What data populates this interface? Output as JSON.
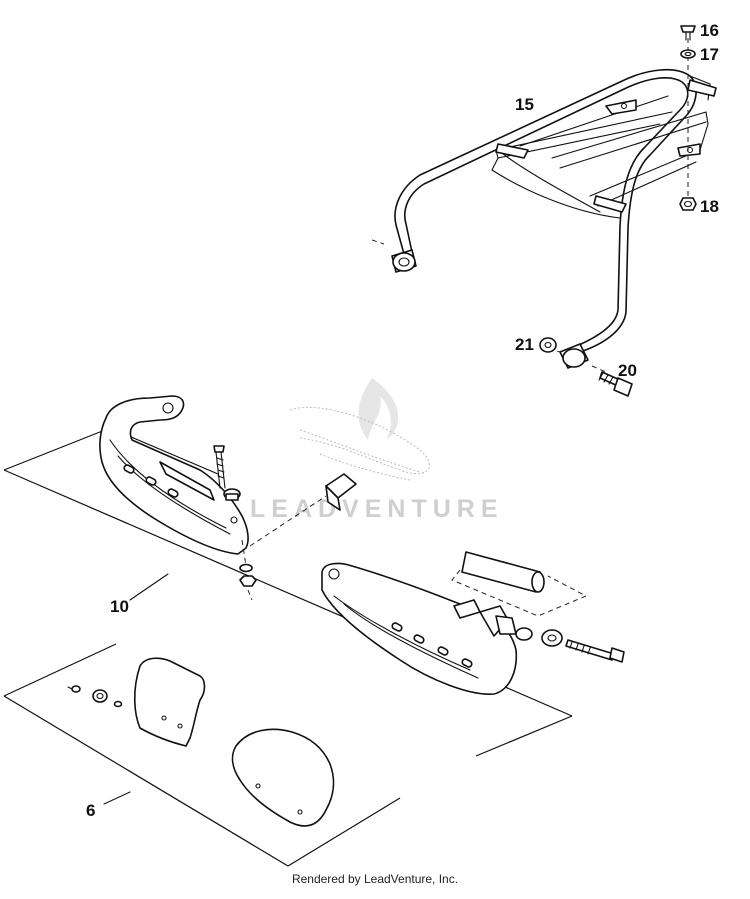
{
  "diagram": {
    "callouts": [
      {
        "id": "callout-15",
        "text": "15"
      },
      {
        "id": "callout-16",
        "text": "16"
      },
      {
        "id": "callout-17",
        "text": "17"
      },
      {
        "id": "callout-18",
        "text": "18"
      },
      {
        "id": "callout-20",
        "text": "20"
      },
      {
        "id": "callout-21",
        "text": "21"
      },
      {
        "id": "callout-10",
        "text": "10"
      },
      {
        "id": "callout-6",
        "text": "6"
      }
    ],
    "watermark": "LEADVENTURE"
  },
  "footer": {
    "text": "Rendered by LeadVenture, Inc."
  }
}
